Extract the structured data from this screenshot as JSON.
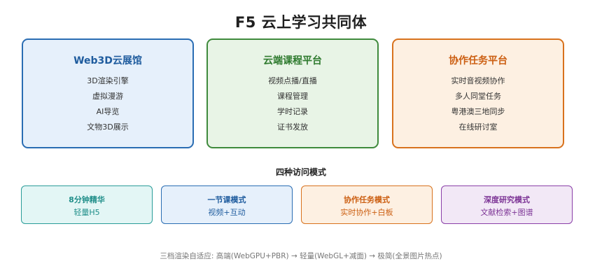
{
  "title": "F5 云上学习共同体",
  "platforms": [
    {
      "title": "Web3D云展馆",
      "items": [
        "3D渲染引擎",
        "虚拟漫游",
        "AI导览",
        "文物3D展示"
      ],
      "color": "#2a6db3"
    },
    {
      "title": "云端课程平台",
      "items": [
        "视频点播/直播",
        "课程管理",
        "学时记录",
        "证书发放"
      ],
      "color": "#3f8a3c"
    },
    {
      "title": "协作任务平台",
      "items": [
        "实时音视频协作",
        "多人同堂任务",
        "粤港澳三地同步",
        "在线研讨室"
      ],
      "color": "#d8721d"
    }
  ],
  "modes_section": {
    "title": "四种访问模式",
    "modes": [
      {
        "title": "8分钟精华",
        "subtitle": "轻量H5",
        "color": "#2a9d99"
      },
      {
        "title": "一节课模式",
        "subtitle": "视频+互动",
        "color": "#2a6db3"
      },
      {
        "title": "协作任务模式",
        "subtitle": "实时协作+白板",
        "color": "#d8721d"
      },
      {
        "title": "深度研究模式",
        "subtitle": "文献检索+图谱",
        "color": "#8a3fa8"
      }
    ]
  },
  "footnote": "三档渲染自适应: 高端(WebGPU+PBR) → 轻量(WebGL+减面) → 极简(全景图片热点)"
}
